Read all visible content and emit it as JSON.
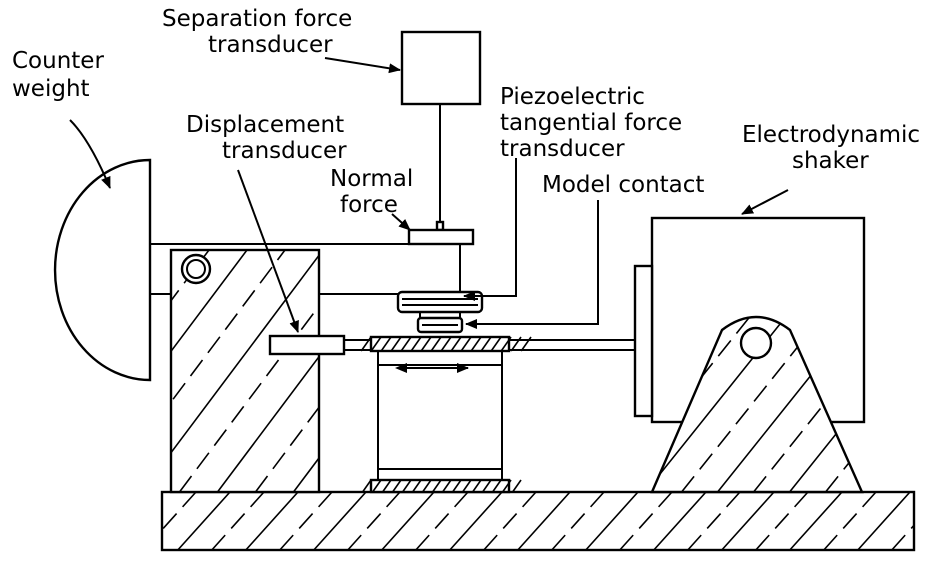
{
  "labels": {
    "counter_weight": [
      "Counter",
      "weight"
    ],
    "separation_force_transducer": [
      "Separation force",
      "transducer"
    ],
    "piezoelectric_tangential_force_transducer": [
      "Piezoelectric",
      "tangential force",
      "transducer"
    ],
    "displacement_transducer": [
      "Displacement",
      "transducer"
    ],
    "normal_force": [
      "Normal",
      "force"
    ],
    "model_contact": [
      "Model contact"
    ],
    "electrodynamic_shaker": [
      "Electrodynamic",
      "shaker"
    ]
  },
  "colors": {
    "stroke": "#000000",
    "background": "#ffffff"
  }
}
